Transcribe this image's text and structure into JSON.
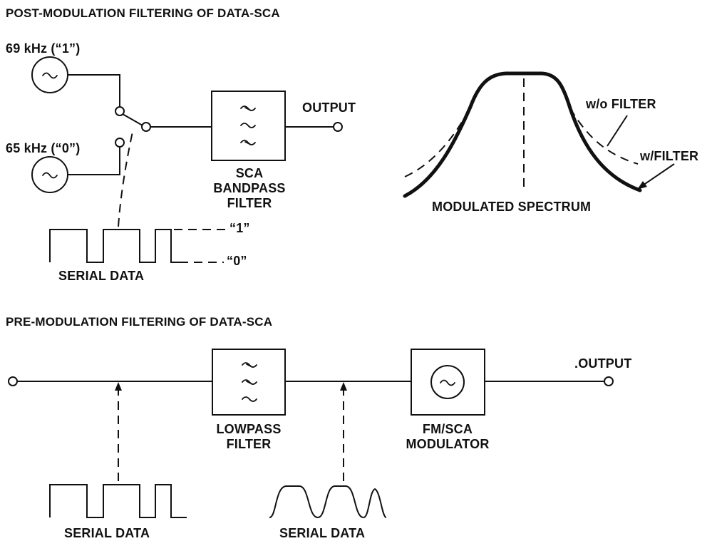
{
  "post": {
    "title": "POST-MODULATION FILTERING OF DATA-SCA",
    "osc1_label": "69 kHz (“1”)",
    "osc2_label": "65 kHz (“0”)",
    "filter_line1": "SCA",
    "filter_line2": "BANDPASS",
    "filter_line3": "FILTER",
    "output_label": "OUTPUT",
    "level_one": "“1”",
    "level_zero": "“0”",
    "serial_label": "SERIAL DATA",
    "spectrum_label": "MODULATED SPECTRUM",
    "without_filter": "w/o FILTER",
    "with_filter": "w/FILTER"
  },
  "pre": {
    "title": "PRE-MODULATION FILTERING OF DATA-SCA",
    "filter_line1": "LOWPASS",
    "filter_line2": "FILTER",
    "mod_line1": "FM/SCA",
    "mod_line2": "MODULATOR",
    "output_label": ".OUTPUT",
    "serial_label_1": "SERIAL DATA",
    "serial_label_2": "SERIAL DATA"
  }
}
